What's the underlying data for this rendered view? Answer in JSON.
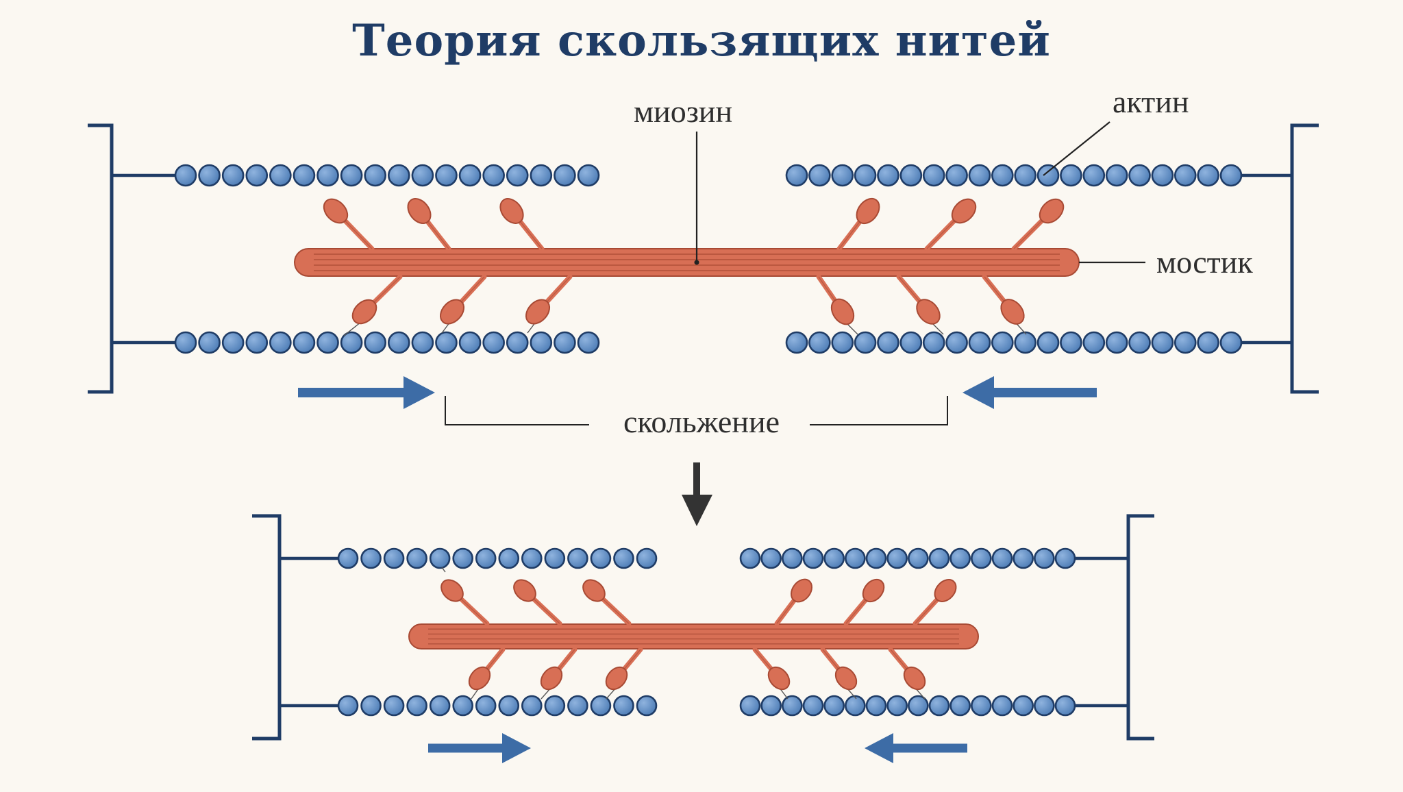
{
  "title": "Теория скользящих нитей",
  "labels": {
    "myosin": "миозин",
    "actin": "актин",
    "cross_bridge": "мостик",
    "sliding": "скольжение"
  },
  "colors": {
    "background": "#fbf8f2",
    "title": "#1f3c66",
    "actin_bead_fill": "#5b8ac2",
    "actin_bead_stroke": "#1f3c66",
    "z_line": "#1f3c66",
    "myosin_fill": "#d86f55",
    "myosin_stroke": "#a84a34",
    "arrow_blue": "#3d6ca6",
    "arrow_dark": "#333333",
    "leader_line": "#222222"
  },
  "icons": {
    "down_arrow": "down-arrow-icon",
    "sliding_arrow_right": "arrow-right-icon",
    "sliding_arrow_left": "arrow-left-icon"
  }
}
